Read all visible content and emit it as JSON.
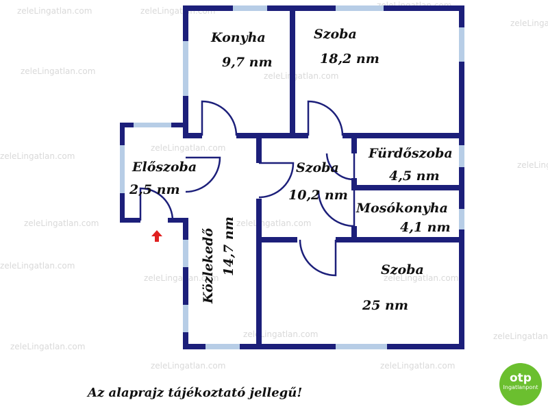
{
  "rooms": [
    {
      "name": "Konyha",
      "area": "9,7 nm"
    },
    {
      "name": "Szoba",
      "area": "18,2 nm"
    },
    {
      "name": "Fürdőszoba",
      "area": "4,5 nm"
    },
    {
      "name": "Előszoba",
      "area": "2,5 nm"
    },
    {
      "name": "Szoba",
      "area": "10,2 nm"
    },
    {
      "name": "Mosókonyha",
      "area": "4,1 nm"
    },
    {
      "name": "Közlekedő",
      "area": "14,7 nm"
    },
    {
      "name": "Szoba",
      "area": "25 nm"
    }
  ],
  "note": "Az alaprajz tájékoztató jellegű!",
  "watermark": "zeleLingatlan.com",
  "logo": {
    "brand": "otp",
    "sub": "Ingatlanpont"
  },
  "colors": {
    "wall": "#1c1f7a",
    "window": "#b7cde6",
    "arrow": "#e02020",
    "logo": "#6bbf2f"
  }
}
